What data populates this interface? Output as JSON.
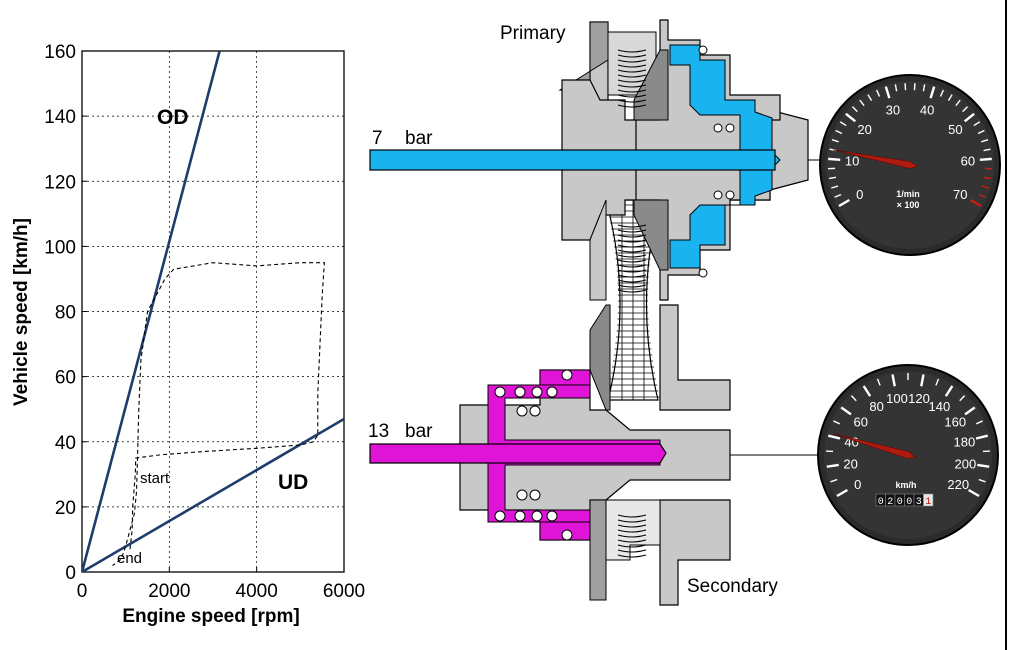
{
  "chart_data": {
    "type": "line",
    "xlabel": "Engine speed [rpm]",
    "ylabel": "Vehicle speed [km/h]",
    "xlim": [
      0,
      6000
    ],
    "ylim": [
      0,
      160
    ],
    "xticks": [
      "0",
      "2000",
      "4000",
      "6000"
    ],
    "yticks": [
      "0",
      "20",
      "40",
      "60",
      "80",
      "100",
      "120",
      "140",
      "160"
    ],
    "grid": true,
    "series": [
      {
        "name": "OD",
        "points": [
          [
            0,
            0
          ],
          [
            3150,
            160
          ]
        ]
      },
      {
        "name": "UD",
        "points": [
          [
            0,
            0
          ],
          [
            6000,
            47
          ]
        ]
      },
      {
        "name": "",
        "style": "dashed",
        "points": [
          [
            1100,
            7
          ],
          [
            1150,
            13
          ],
          [
            1160,
            20
          ],
          [
            1220,
            30
          ],
          [
            1230,
            35
          ],
          [
            1800,
            36
          ],
          [
            2800,
            37
          ],
          [
            4000,
            38
          ],
          [
            5000,
            39
          ],
          [
            5300,
            40
          ],
          [
            5400,
            42
          ],
          [
            5400,
            55
          ],
          [
            5450,
            70
          ],
          [
            5500,
            85
          ],
          [
            5550,
            95
          ],
          [
            5000,
            95
          ],
          [
            4000,
            94
          ],
          [
            3000,
            95
          ],
          [
            2100,
            93
          ],
          [
            1900,
            90
          ],
          [
            1500,
            80
          ],
          [
            1350,
            65
          ],
          [
            1300,
            50
          ],
          [
            1250,
            25
          ],
          [
            1200,
            18
          ],
          [
            1000,
            8
          ],
          [
            900,
            4
          ],
          [
            700,
            2
          ]
        ]
      }
    ],
    "annotations": [
      "OD",
      "UD",
      "start",
      "end"
    ]
  },
  "cvt": {
    "primary_label": "Primary",
    "secondary_label": "Secondary",
    "primary_pressure": "7",
    "secondary_pressure": "13",
    "pressure_unit": "bar",
    "primary_color": "#19b3f0",
    "secondary_color": "#e014d6"
  },
  "tachometer": {
    "numbers": [
      "0",
      "10",
      "20",
      "30",
      "40",
      "50",
      "60",
      "70"
    ],
    "unit_line1": "1/min",
    "unit_line2": "× 100",
    "needle_value": 12
  },
  "speedometer": {
    "numbers": [
      "0",
      "20",
      "40",
      "60",
      "80",
      "100",
      "120",
      "140",
      "160",
      "180",
      "200",
      "220"
    ],
    "unit": "km/h",
    "odometer": [
      "0",
      "2",
      "0",
      "0",
      "3",
      "1"
    ],
    "needle_value": 42
  }
}
